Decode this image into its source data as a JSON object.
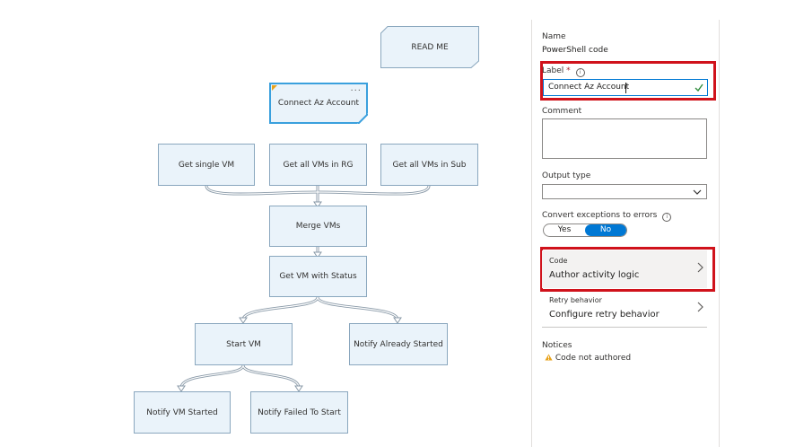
{
  "canvas": {
    "readme_label": "READ ME",
    "nodes": {
      "connect": "Connect Az Account",
      "get_single_vm": "Get single VM",
      "get_all_vms_rg": "Get all VMs in RG",
      "get_all_vms_sub": "Get all VMs in Sub",
      "merge_vms": "Merge VMs",
      "get_vm_status": "Get VM with Status",
      "start_vm": "Start VM",
      "notify_already_started": "Notify Already Started",
      "notify_vm_started": "Notify VM Started",
      "notify_failed": "Notify Failed To Start"
    },
    "node_menu": "···"
  },
  "panel": {
    "name_label": "Name",
    "name_value": "PowerShell code",
    "label_label": "Label",
    "label_required": "*",
    "label_value": "Connect Az Account",
    "comment_label": "Comment",
    "comment_value": "",
    "output_type_label": "Output type",
    "output_type_value": "",
    "convert_label": "Convert exceptions to errors",
    "toggle_yes": "Yes",
    "toggle_no": "No",
    "toggle_selected": "No",
    "code_title": "Code",
    "code_subtitle": "Author activity logic",
    "retry_title": "Retry behavior",
    "retry_subtitle": "Configure retry behavior",
    "notices_label": "Notices",
    "notice_text": "Code not authored"
  },
  "colors": {
    "accent": "#0078d4",
    "node_fill": "#eaf3fa",
    "selected_border": "#3aa0dd",
    "highlight_red": "#d0121b",
    "warning": "#e8a21a",
    "valid_green": "#2e8b3a"
  },
  "icons": {
    "info": "info-icon",
    "check": "checkmark-icon",
    "chevron_down": "chevron-down-icon",
    "chevron_right": "chevron-right-icon",
    "warning": "warning-icon"
  }
}
